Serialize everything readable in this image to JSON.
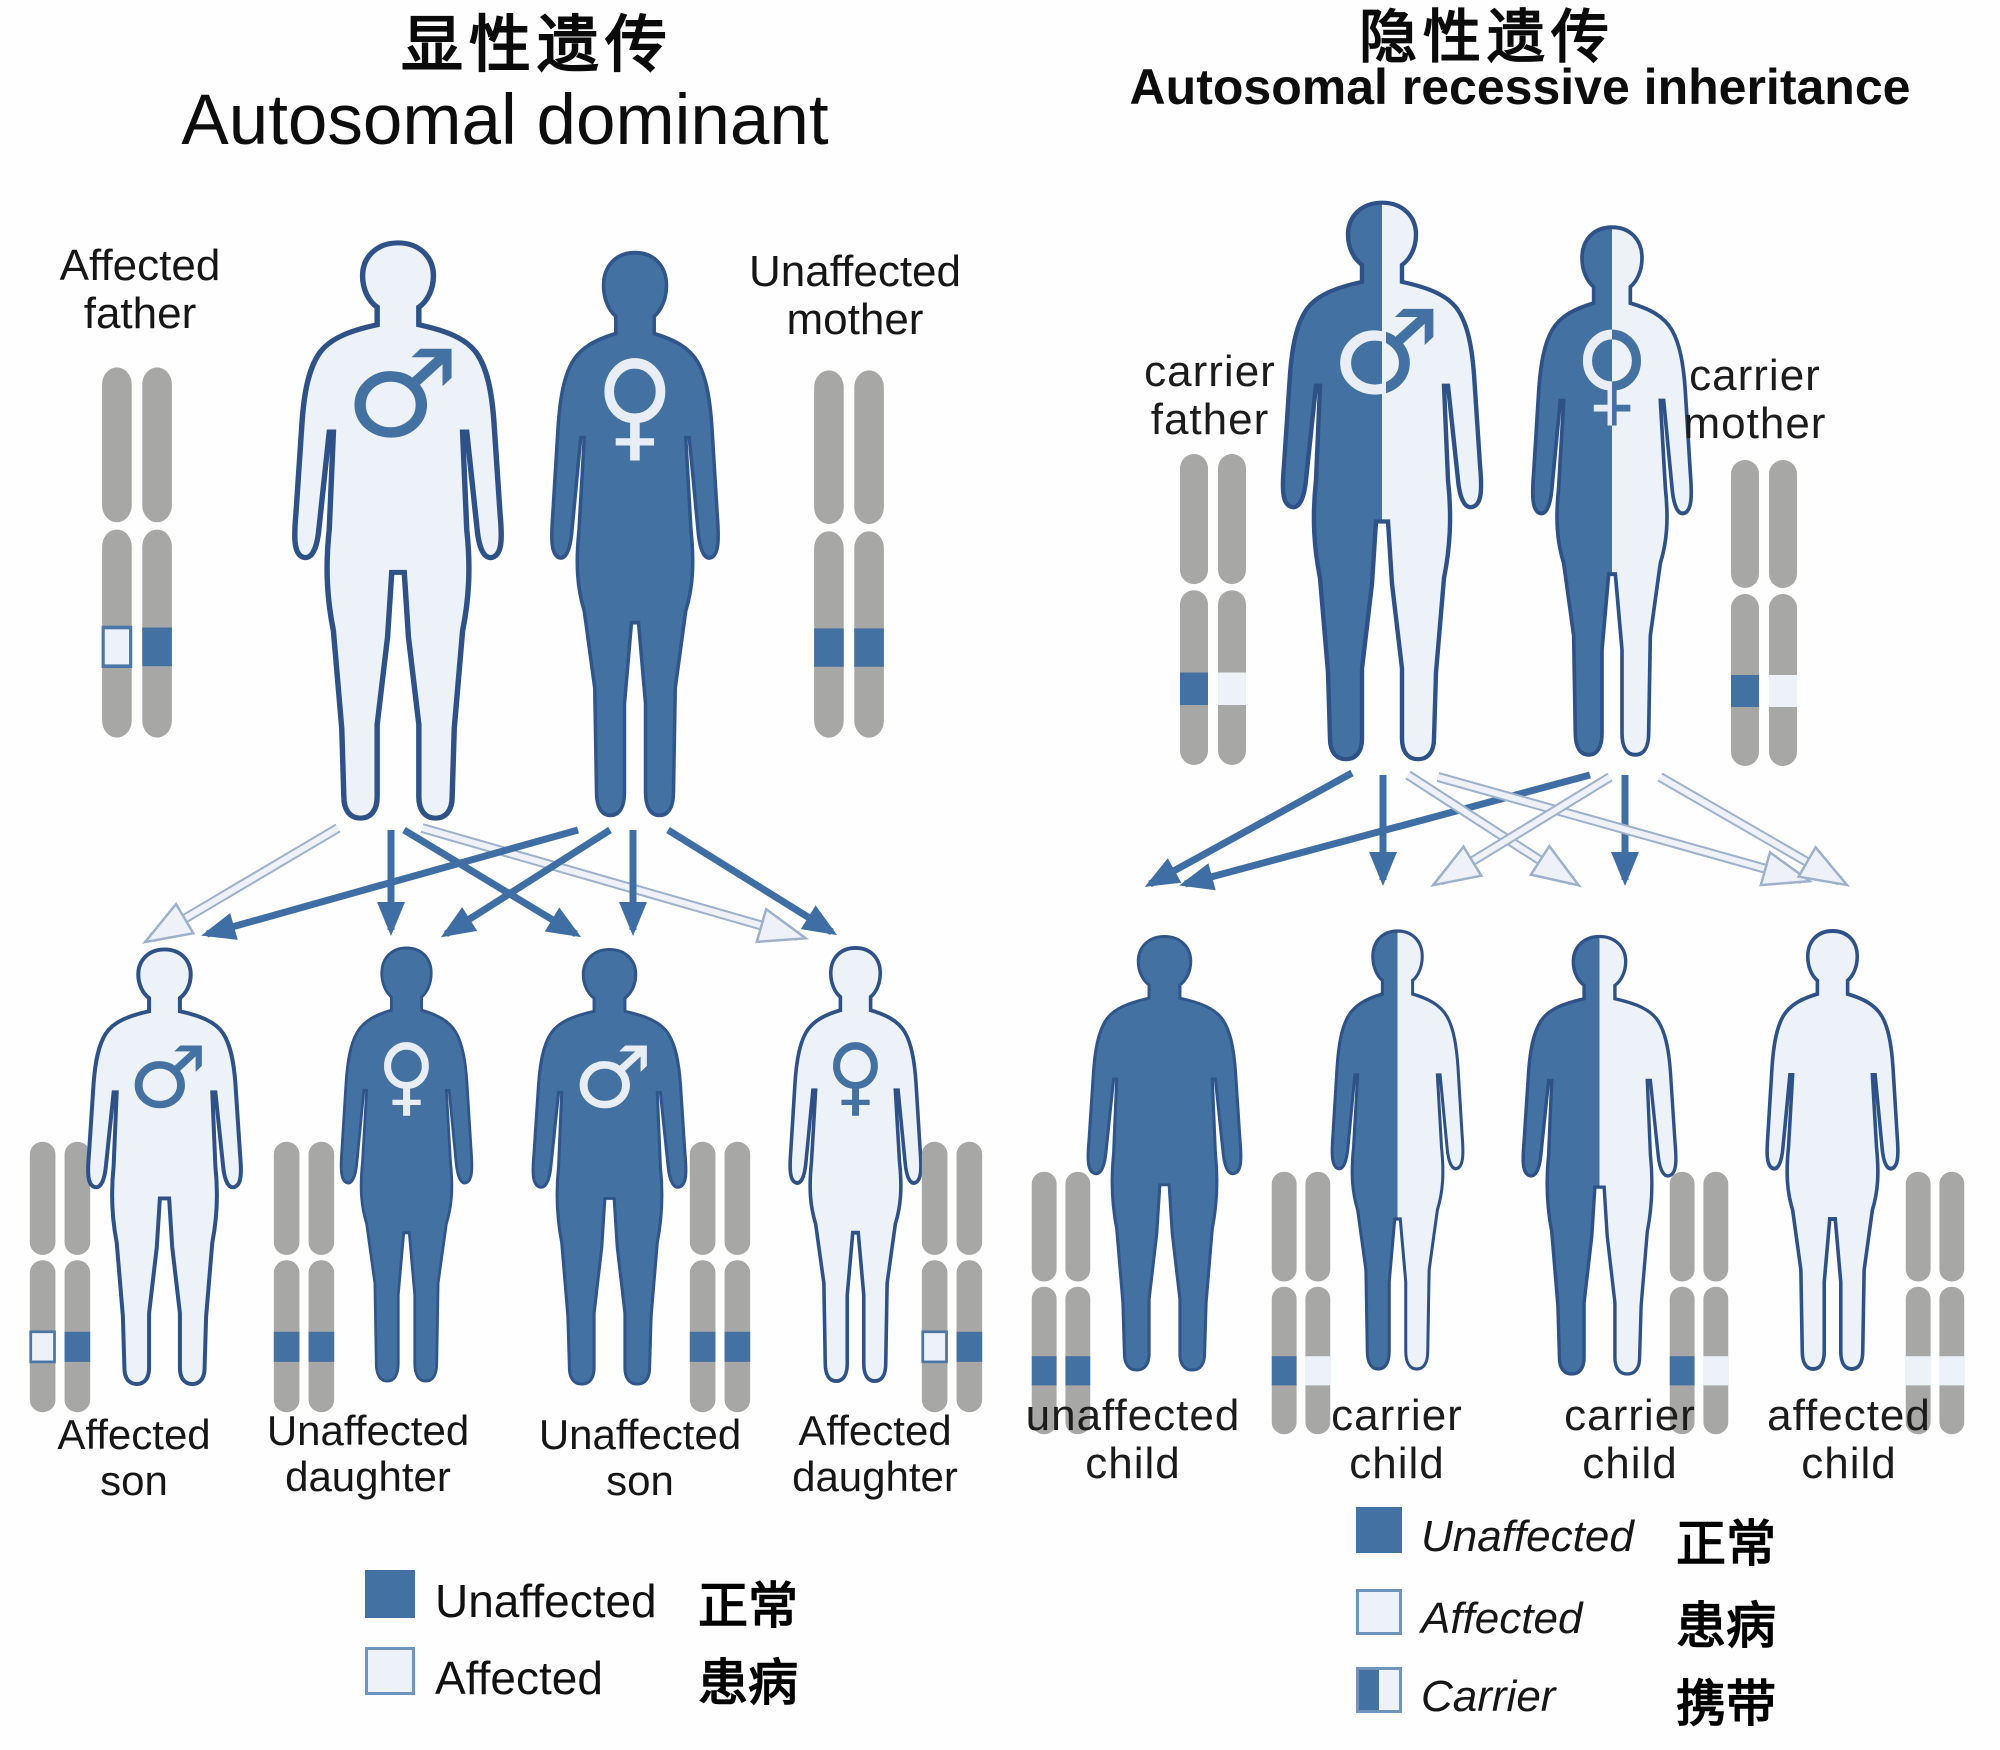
{
  "palette": {
    "unaffected_blue": "#4271a2",
    "affected_light": "#edf1f8",
    "figure_outline": "#2e5188",
    "chromosome_gray": "#a7a7a5",
    "arrow_solid": "#3f6ea5",
    "arrow_hollow_edge": "#9db1cc",
    "text": "#141414"
  },
  "icons": {
    "male_symbol": "♂",
    "female_symbol": "♀"
  },
  "left": {
    "title_zh": "显性遗传",
    "title_en": "Autosomal dominant",
    "father": {
      "label": "Affected father",
      "status": "affected"
    },
    "mother": {
      "label": "Unaffected mother",
      "status": "unaffected"
    },
    "children": [
      {
        "label": "Affected son",
        "status": "affected"
      },
      {
        "label": "Unaffected daughter",
        "status": "unaffected"
      },
      {
        "label": "Unaffected son",
        "status": "unaffected"
      },
      {
        "label": "Affected daughter",
        "status": "affected"
      }
    ],
    "legend": [
      {
        "en": "Unaffected",
        "zh": "正常",
        "swatch": "unaffected"
      },
      {
        "en": "Affected",
        "zh": "患病",
        "swatch": "affected"
      }
    ]
  },
  "right": {
    "title_zh": "隐性遗传",
    "title_en": "Autosomal recessive inheritance",
    "father": {
      "label": "carrier father",
      "status": "carrier"
    },
    "mother": {
      "label": "carrier mother",
      "status": "carrier"
    },
    "children": [
      {
        "label": "unaffected child",
        "status": "unaffected"
      },
      {
        "label": "carrier child",
        "status": "carrier"
      },
      {
        "label": "carrier child",
        "status": "carrier"
      },
      {
        "label": "affected child",
        "status": "affected"
      }
    ],
    "legend": [
      {
        "en": "Unaffected",
        "zh": "正常",
        "swatch": "unaffected"
      },
      {
        "en": "Affected",
        "zh": "患病",
        "swatch": "affected"
      },
      {
        "en": "Carrier",
        "zh": "携带",
        "swatch": "carrier"
      }
    ]
  }
}
